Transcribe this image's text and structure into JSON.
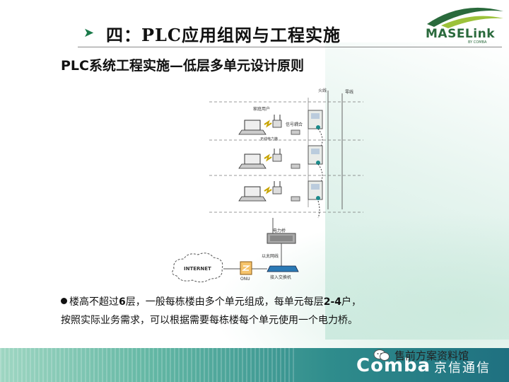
{
  "slide": {
    "title": "四：PLC应用组网与工程实施",
    "subtitle": "PLC系统工程实施—低层多单元设计原则",
    "logo_text": "MASELink",
    "logo_sub": "BY COMBA"
  },
  "diagram": {
    "labels": {
      "live_wire": "火线",
      "neutral_wire": "零线",
      "home_user": "家庭用户",
      "signal_coupling": "信号耦合",
      "wireless_bridge": "无线电力猫",
      "power_bridge": "电力桥",
      "ethernet": "以太网线",
      "access_switch": "接入交换机",
      "internet": "INTERNET",
      "onu": "ONU"
    }
  },
  "body": {
    "line1_prefix": "楼高不超过",
    "line1_bold": "6",
    "line1_mid": "层，一般每栋楼由多个单元组成，每单元每层",
    "line1_bold2": "2-4",
    "line1_suffix": "户，",
    "line2": "按照实际业务需求，可以根据需要每栋楼每个单元使用一个电力桥。"
  },
  "footer": {
    "brand": "Comba",
    "brand_cn": "京信通信",
    "watermark": "售前方案资料馆"
  },
  "colors": {
    "accent": "#1a7a4a",
    "footer_dark": "#1f7080",
    "footer_light": "#9fd6c2"
  }
}
